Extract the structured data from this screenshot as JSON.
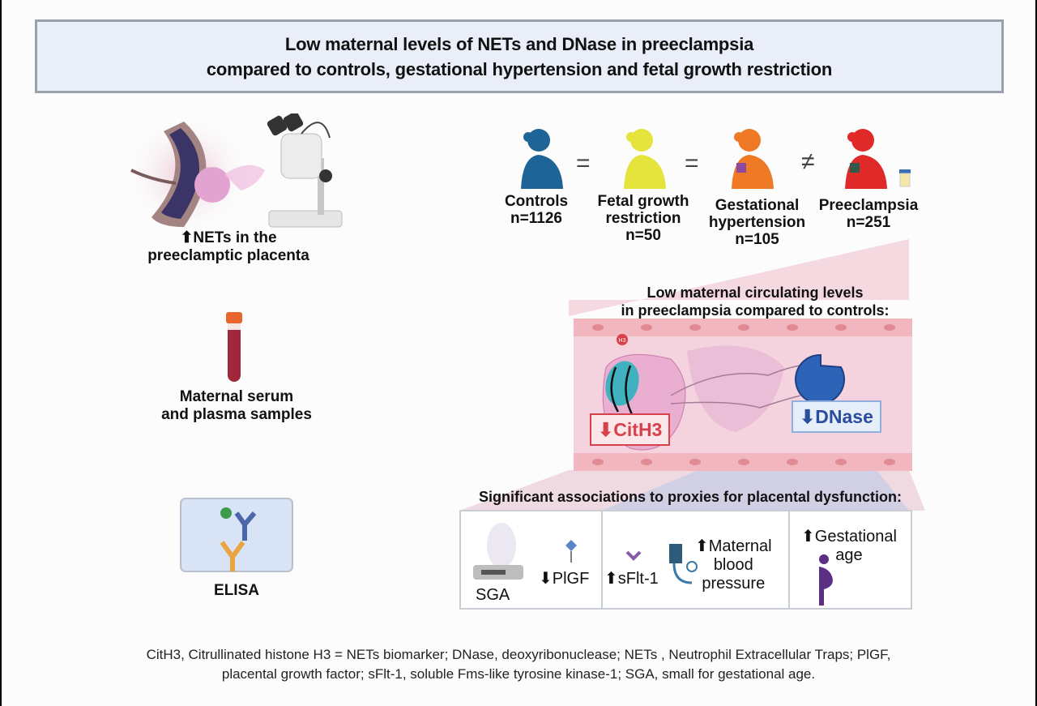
{
  "title": {
    "line1": "Low maternal levels of NETs and DNase in preeclampsia",
    "line2": "compared to controls, gestational hypertension and fetal growth restriction"
  },
  "left_panel": {
    "placenta": {
      "icon": "placenta-microscope-icon",
      "arrow": "⬆",
      "line1": "NETs in the",
      "line2": "preeclamptic placenta"
    },
    "samples": {
      "icon": "blood-tube-icon",
      "line1": "Maternal serum",
      "line2": "and plasma samples"
    },
    "elisa": {
      "icon": "elisa-well-icon",
      "label": "ELISA"
    }
  },
  "groups": [
    {
      "name_lines": [
        "Controls"
      ],
      "n": "n=1126",
      "color": "#1f6496"
    },
    {
      "name_lines": [
        "Fetal growth",
        "restriction"
      ],
      "n": "n=50",
      "color": "#e4e43c"
    },
    {
      "name_lines": [
        "Gestational",
        "hypertension"
      ],
      "n": "n=105",
      "color": "#ee7a25"
    },
    {
      "name_lines": [
        "Preeclampsia"
      ],
      "n": "n=251",
      "color": "#e02a2a"
    }
  ],
  "comparators": [
    "=",
    "=",
    "≠"
  ],
  "circulating": {
    "heading_line1": "Low maternal circulating levels",
    "heading_line2": "in preeclampsia compared to controls:",
    "cith3": {
      "arrow": "⬇",
      "label": "CitH3",
      "color": "#d9404a"
    },
    "dnase": {
      "arrow": "⬇",
      "label": "DNase",
      "color": "#2a4d9c"
    },
    "h3_badge": "H3"
  },
  "associations": {
    "heading": "Significant associations to proxies for placental dysfunction:",
    "sga": "SGA",
    "plgf": {
      "arrow": "⬇",
      "label": "PlGF"
    },
    "sflt": {
      "arrow": "⬆",
      "label": "sFlt-1"
    },
    "bp": {
      "arrow": "⬆",
      "line1": "Maternal",
      "line2": "blood",
      "line3": "pressure"
    },
    "ga": {
      "arrow": "⬆",
      "line1": "Gestational",
      "line2": "age"
    }
  },
  "footer": {
    "line1": "CitH3, Citrullinated histone H3 = NETs biomarker; DNase, deoxyribonuclease; NETs , Neutrophil Extracellular Traps; PlGF,",
    "line2": "placental growth factor; sFlt-1, soluble Fms-like tyrosine kinase-1; SGA, small for gestational age."
  }
}
